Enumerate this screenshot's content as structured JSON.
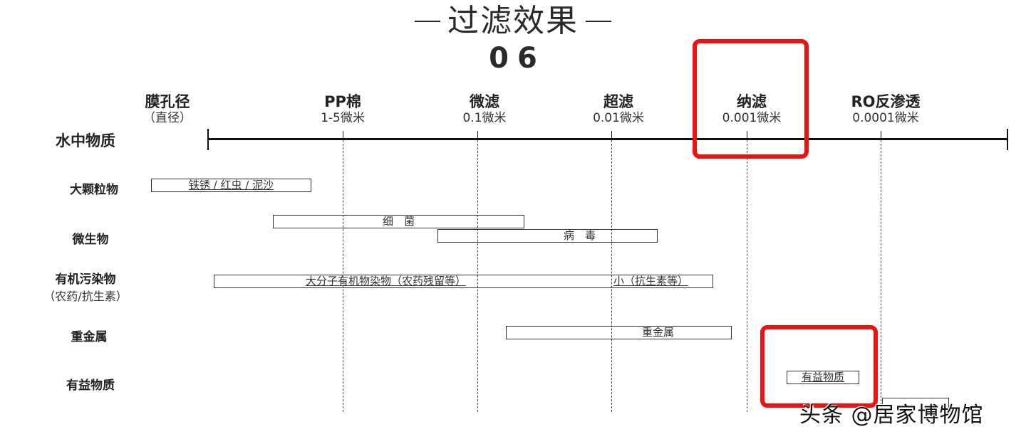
{
  "title": {
    "main": "过滤效果",
    "number": "06"
  },
  "axis": {
    "header_label": "膜孔径",
    "header_sublabel": "（直径）",
    "row_axis_label": "水中物质"
  },
  "columns": [
    {
      "name": "PP棉",
      "size": "1-5微米"
    },
    {
      "name": "微滤",
      "size": "0.1微米"
    },
    {
      "name": "超滤",
      "size": "0.01微米"
    },
    {
      "name": "纳滤",
      "size": "0.001微米"
    },
    {
      "name": "RO反渗透",
      "size": "0.0001微米"
    }
  ],
  "rows": [
    {
      "label": "大颗粒物",
      "sublabel": ""
    },
    {
      "label": "微生物",
      "sublabel": ""
    },
    {
      "label": "有机污染物",
      "sublabel": "（农药/抗生素）"
    },
    {
      "label": "重金属",
      "sublabel": ""
    },
    {
      "label": "有益物质",
      "sublabel": ""
    }
  ],
  "bars": {
    "particles": "铁锈 / 红虫 / 泥沙",
    "bacteria": "细　菌",
    "virus": "病　毒",
    "organic_large": "大分子有机物染物（农药残留等）",
    "organic_small": "小（抗生素等）",
    "heavy_metal": "重金属",
    "beneficial": "有益物质"
  },
  "highlight_color": "#ee1111",
  "watermark": "头条 @居家博物馆",
  "chart_data": {
    "type": "table",
    "title": "过滤效果 06",
    "xlabel": "膜孔径（直径）",
    "ylabel": "水中物质",
    "categories": [
      "PP棉",
      "微滤",
      "超滤",
      "纳滤",
      "RO反渗透"
    ],
    "pore_sizes": [
      "1-5微米",
      "0.1微米",
      "0.01微米",
      "0.001微米",
      "0.0001微米"
    ],
    "ranges": [
      {
        "substance": "大颗粒物",
        "item": "铁锈 / 红虫 / 泥沙",
        "from": "axis start",
        "to": "between PP棉 and 微滤"
      },
      {
        "substance": "微生物",
        "item": "细菌",
        "from": "before PP棉",
        "to": "between 微滤 and 超滤"
      },
      {
        "substance": "微生物",
        "item": "病毒",
        "from": "between PP棉 and 微滤",
        "to": "between 超滤 and 纳滤"
      },
      {
        "substance": "有机污染物",
        "item": "大分子有机物染物（农药残留等）/ 小（抗生素等）",
        "from": "axis start",
        "to": "just before 纳滤"
      },
      {
        "substance": "重金属",
        "item": "重金属",
        "from": "between 微滤 and 超滤",
        "to": "just before 纳滤"
      },
      {
        "substance": "有益物质",
        "item": "有益物质",
        "from": "between 纳滤 and RO反渗透",
        "to": "just before RO反渗透"
      }
    ],
    "highlights": [
      "纳滤 column header",
      "有益物质 bar"
    ]
  }
}
